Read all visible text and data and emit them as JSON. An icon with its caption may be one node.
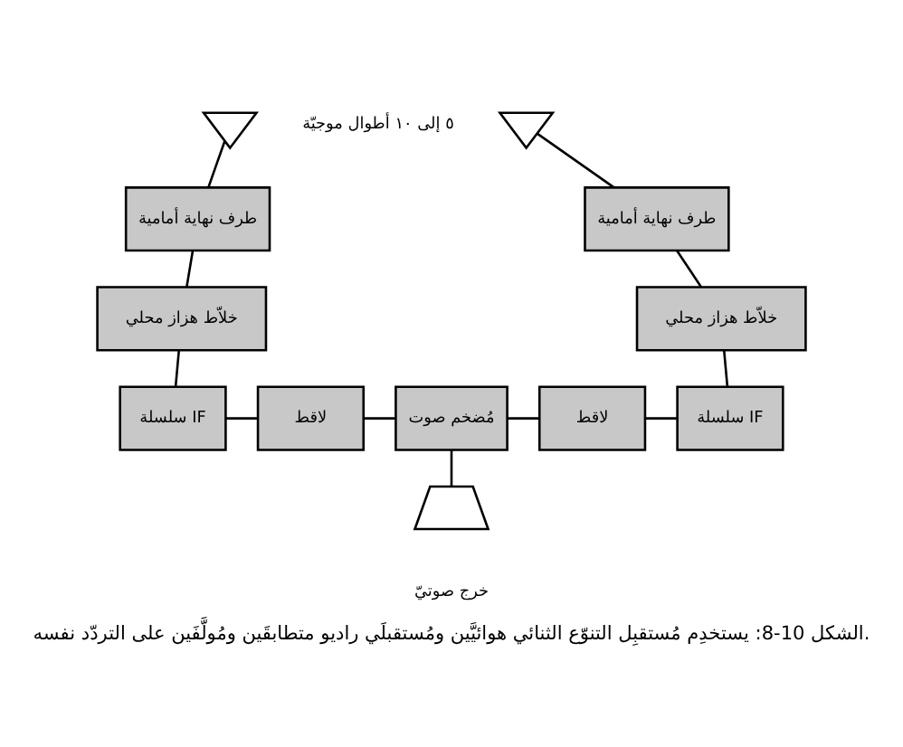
{
  "diagram": {
    "caption": "الشكل 10-8: يستخدِم مُستقبِل التنوّع الثنائي هوائيَّين ومُستقبلَي راديو متطابقَين ومُولَّفَين على التردّد نفسه.",
    "nodes": [
      {
        "text": [],
        "shape": "antenna"
      },
      {
        "text": [],
        "shape": "antenna"
      },
      {
        "text": [
          "طرف نهاية أمامية"
        ]
      },
      {
        "text": [
          "طرف نهاية أمامية"
        ]
      },
      {
        "text": [
          "خلاّط هزاز محلي"
        ]
      },
      {
        "text": [
          "خلاّط هزاز محلي"
        ]
      },
      {
        "text": [
          "سلسلة IF"
        ]
      },
      {
        "text": [
          "لاقط"
        ]
      },
      {
        "text": [
          "مُضخم صوت"
        ]
      },
      {
        "text": [
          "لاقط"
        ]
      },
      {
        "text": [
          "سلسلة IF"
        ]
      },
      {
        "text": [],
        "shape": "speaker",
        "beside": [
          "خرج صوتيّ"
        ]
      }
    ],
    "edges": [
      {
        "from": 0,
        "to": 2,
        "arrow": "none"
      },
      {
        "from": 1,
        "to": 3,
        "arrow": "none"
      },
      {
        "from": 2,
        "to": 4,
        "arrow": "none"
      },
      {
        "from": 3,
        "to": 5,
        "arrow": "none"
      },
      {
        "from": 4,
        "to": 6,
        "arrow": "none"
      },
      {
        "from": 5,
        "to": 10,
        "arrow": "none"
      },
      {
        "from": 6,
        "to": 7,
        "arrow": "none"
      },
      {
        "from": 7,
        "to": 8,
        "arrow": "none"
      },
      {
        "from": 8,
        "to": 9,
        "arrow": "none"
      },
      {
        "from": 9,
        "to": 10,
        "arrow": "none"
      },
      {
        "from": 8,
        "to": 11,
        "arrow": "none"
      }
    ],
    "labels": [
      "٥ إلى ١٠ أطوال موجيّة"
    ]
  }
}
